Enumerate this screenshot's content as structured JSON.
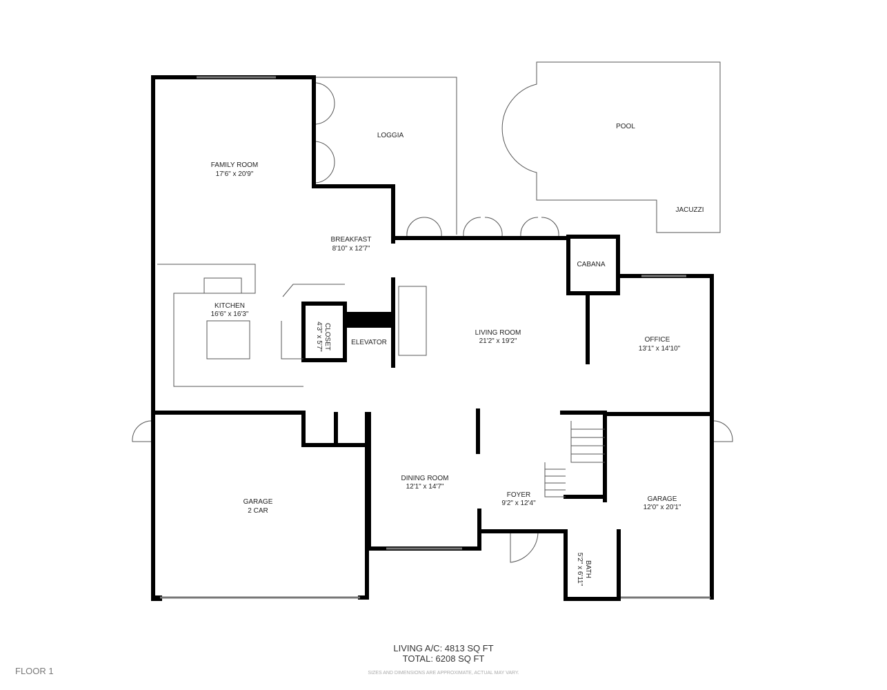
{
  "rooms": {
    "family_room": {
      "name": "FAMILY ROOM",
      "dims": "17'6\" x 20'9\""
    },
    "loggia": {
      "name": "LOGGIA"
    },
    "pool": {
      "name": "POOL"
    },
    "jacuzzi": {
      "name": "JACUZZI"
    },
    "breakfast": {
      "name": "BREAKFAST",
      "dims": "8'10\" x 12'7\""
    },
    "cabana": {
      "name": "CABANA"
    },
    "kitchen": {
      "name": "KITCHEN",
      "dims": "16'6\" x 16'3\""
    },
    "closet": {
      "name": "CLOSET",
      "dims": "4'3\" x 5'7\""
    },
    "elevator": {
      "name": "ELEVATOR"
    },
    "living_room": {
      "name": "LIVING ROOM",
      "dims": "21'2\" x 19'2\""
    },
    "office": {
      "name": "OFFICE",
      "dims": "13'1\" x 14'10\""
    },
    "garage_2car": {
      "name": "GARAGE",
      "dims": "2 CAR"
    },
    "dining_room": {
      "name": "DINING ROOM",
      "dims": "12'1\" x 14'7\""
    },
    "foyer": {
      "name": "FOYER",
      "dims": "9'2\" x 12'4\""
    },
    "garage": {
      "name": "GARAGE",
      "dims": "12'0\" x 20'1\""
    },
    "bath": {
      "name": "BATH",
      "dims": "5'2\" x 6'11\""
    }
  },
  "footer": {
    "living_area": "LIVING A/C: 4813 SQ FT",
    "total_area": "TOTAL: 6208 SQ FT",
    "disclaimer": "SIZES AND DIMENSIONS ARE APPROXIMATE, ACTUAL MAY VARY.",
    "floor": "FLOOR 1"
  }
}
